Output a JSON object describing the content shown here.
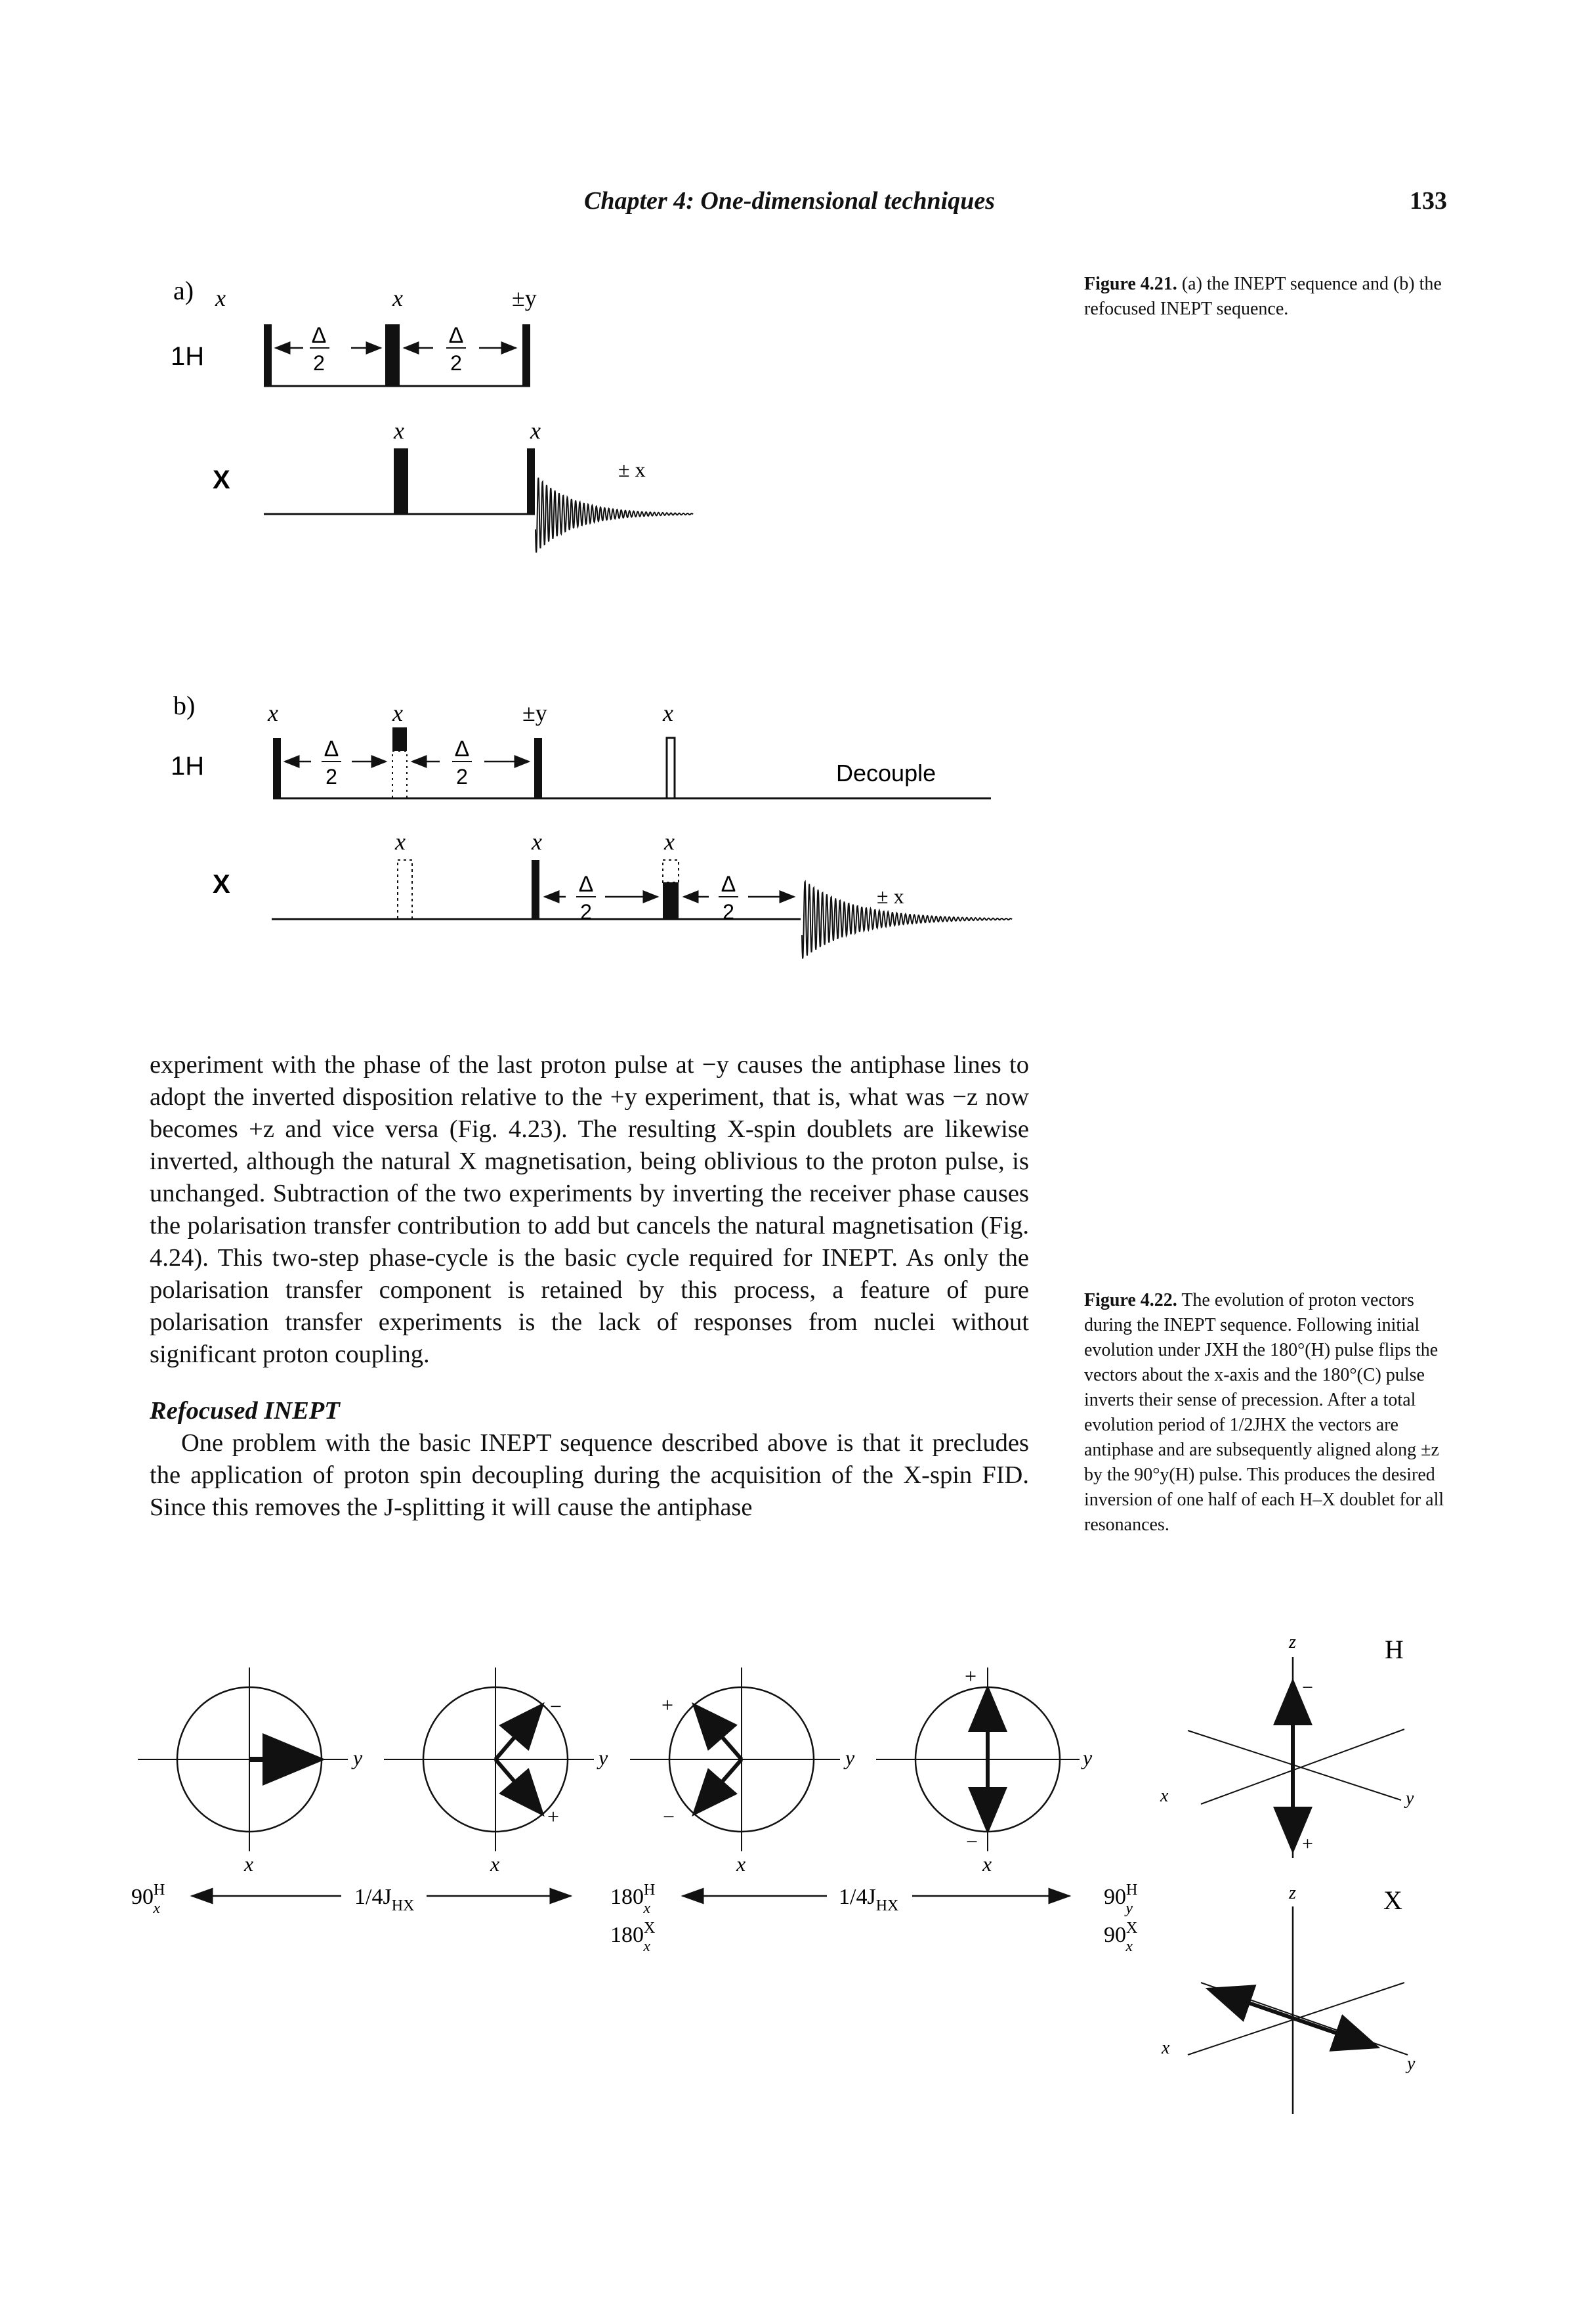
{
  "header": {
    "running_title": "Chapter 4: One-dimensional techniques",
    "page_number": "133"
  },
  "figure_4_21": {
    "caption_label": "Figure 4.21.",
    "caption_text": "(a) the INEPT sequence and (b) the refocused INEPT sequence.",
    "panel_a": {
      "label": "a)",
      "h_channel": "1H",
      "x_channel": "X",
      "h_pulse_phases": [
        "x",
        "x",
        "±y"
      ],
      "x_pulse_phases": [
        "x",
        "x"
      ],
      "delay_symbol": "Δ",
      "delay_divisor": "2",
      "acq_phase": "± x"
    },
    "panel_b": {
      "label": "b)",
      "h_channel": "1H",
      "x_channel": "X",
      "h_pulse_phases": [
        "x",
        "x",
        "±y",
        "x"
      ],
      "x_pulse_phases": [
        "x",
        "x",
        "x"
      ],
      "delay_symbol": "Δ",
      "delay_divisor": "2",
      "decouple_label": "Decouple",
      "acq_phase": "± x"
    }
  },
  "body": {
    "paragraph1": "experiment with the phase of the last proton pulse at −y causes the antiphase lines to adopt the inverted disposition relative to the +y experiment, that is, what was −z now becomes +z and vice versa (Fig. 4.23). The resulting X-spin doublets are likewise inverted, although the natural X magnetisation, being oblivious to the proton pulse, is unchanged. Subtraction of the two experiments by inverting the receiver phase causes the polarisation transfer contribution to add but cancels the natural magnetisation (Fig. 4.24). This two-step phase-cycle is the basic cycle required for INEPT. As only the polarisation transfer component is retained by this process, a feature of pure polarisation transfer experiments is the lack of responses from nuclei without significant proton coupling.",
    "section_heading": "Refocused INEPT",
    "paragraph2": "One problem with the basic INEPT sequence described above is that it precludes the application of proton spin decoupling during the acquisition of the X-spin FID. Since this removes the J-splitting it will cause the antiphase"
  },
  "figure_4_22": {
    "caption_label": "Figure 4.22.",
    "caption_text": "The evolution of proton vectors during the INEPT sequence. Following initial evolution under JXH the 180°(H) pulse flips the vectors about the x-axis and the 180°(C) pulse inverts their sense of precession. After a total evolution period of 1/2JHX the vectors are antiphase and are subsequently aligned along ±z by the 90°y(H) pulse. This produces the desired inversion of one half of each H–X doublet for all resonances.",
    "axis_x": "x",
    "axis_y": "y",
    "axis_z": "z",
    "plus": "+",
    "minus": "−",
    "pulse_1": "90",
    "pulse_1_sub": "x",
    "pulse_1_sup": "H",
    "evolution_label": "1/4J",
    "evolution_sub": "HX",
    "pulse_2a": "180",
    "pulse_2a_sub": "x",
    "pulse_2a_sup": "H",
    "pulse_2b": "180",
    "pulse_2b_sub": "x",
    "pulse_2b_sup": "X",
    "pulse_3a": "90",
    "pulse_3a_sub": "y",
    "pulse_3a_sup": "H",
    "pulse_3b": "90",
    "pulse_3b_sub": "x",
    "pulse_3b_sup": "X",
    "frame_H": "H",
    "frame_X": "X"
  }
}
